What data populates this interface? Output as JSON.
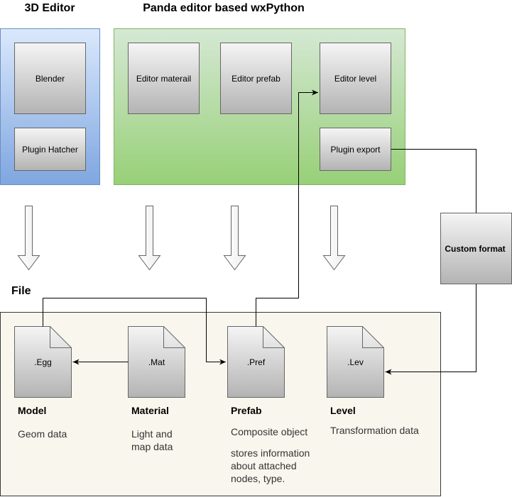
{
  "headings": {
    "editor_3d": "3D Editor",
    "panda_editor": "Panda editor based wxPython",
    "file": "File"
  },
  "editor_3d_boxes": {
    "blender": "Blender",
    "plugin_hatcher": "Plugin Hatcher"
  },
  "panda_boxes": {
    "editor_material": "Editor materail",
    "editor_prefab": "Editor prefab",
    "editor_level": "Editor level",
    "plugin_export": "Plugin export"
  },
  "custom_format": "Custom format",
  "files": [
    {
      "ext": ".Egg",
      "title": "Model",
      "desc_lines": [
        "Geom data"
      ]
    },
    {
      "ext": ".Mat",
      "title": "Material",
      "desc_lines": [
        "Light and",
        "map data"
      ]
    },
    {
      "ext": ".Pref",
      "title": "Prefab",
      "desc_lines": [
        "Composite object"
      ],
      "extra_lines": [
        "stores information",
        "about attached",
        "nodes, type."
      ]
    },
    {
      "ext": ".Lev",
      "title": "Level",
      "desc_lines": [
        "Transformation data"
      ]
    }
  ],
  "colors": {
    "blue_group_top": "#dae8fc",
    "blue_group_bottom": "#7ea6e0",
    "blue_group_stroke": "#6c8ebf",
    "green_group_top": "#d5e8d4",
    "green_group_bottom": "#97d077",
    "green_group_stroke": "#82b366",
    "box_top": "#f5f5f5",
    "box_bottom": "#b3b3b3",
    "box_stroke": "#666666",
    "file_panel_fill": "#f9f7ed",
    "file_panel_stroke": "#36393d"
  }
}
